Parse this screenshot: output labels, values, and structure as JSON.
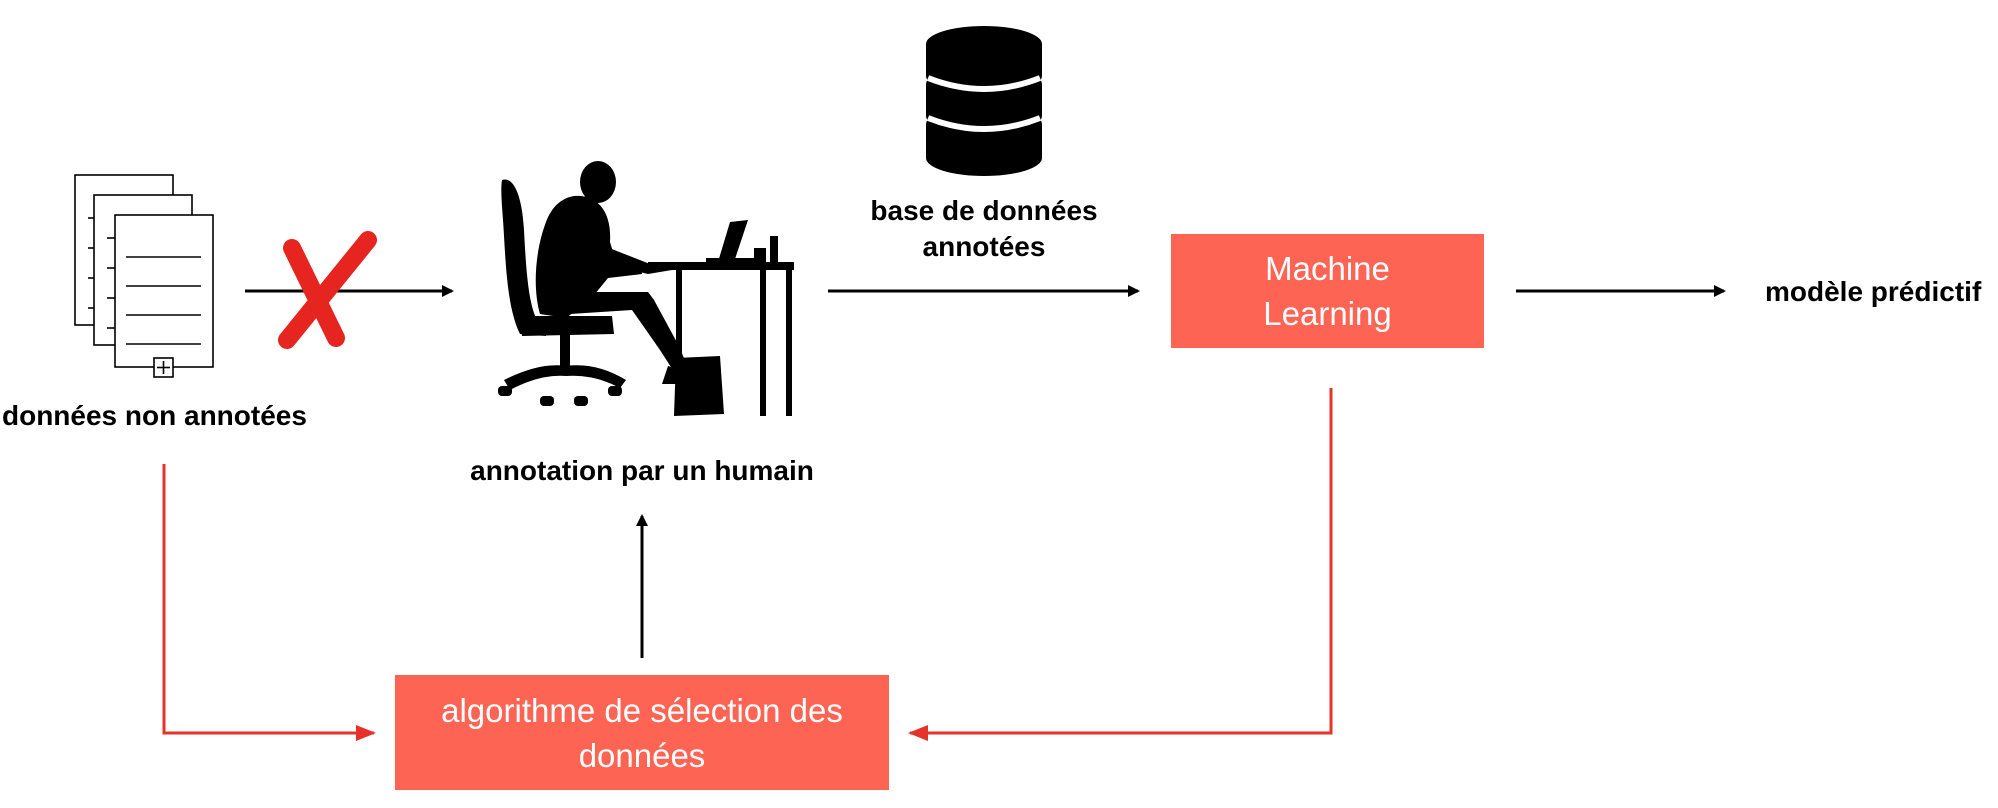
{
  "colors": {
    "accent_box": "#fe6454",
    "red_arrow": "#e63329",
    "black": "#000000",
    "cross": "#e62520"
  },
  "nodes": {
    "unlabeled_data": {
      "label": "données non annotées",
      "icon": "documents-stack-icon"
    },
    "human_annotation": {
      "label": "annotation par un humain",
      "icon": "person-at-desk-silhouette-icon"
    },
    "annotated_db": {
      "line1": "base de données",
      "line2": "annotées",
      "icon": "database-icon"
    },
    "machine_learning": {
      "line1": "Machine",
      "line2": "Learning"
    },
    "predictive_model": {
      "label": "modèle prédictif"
    },
    "selection_algorithm": {
      "line1": "algorithme de sélection des",
      "line2": "données"
    }
  },
  "edges": [
    {
      "from": "unlabeled_data",
      "to": "human_annotation",
      "style": "black",
      "blocked": true,
      "blocked_icon": "red-cross-icon"
    },
    {
      "from": "human_annotation",
      "to": "machine_learning",
      "style": "black"
    },
    {
      "from": "machine_learning",
      "to": "predictive_model",
      "style": "black"
    },
    {
      "from": "selection_algorithm",
      "to": "human_annotation",
      "style": "black"
    },
    {
      "from": "unlabeled_data",
      "to": "selection_algorithm",
      "style": "red"
    },
    {
      "from": "machine_learning",
      "to": "selection_algorithm",
      "style": "red"
    }
  ]
}
